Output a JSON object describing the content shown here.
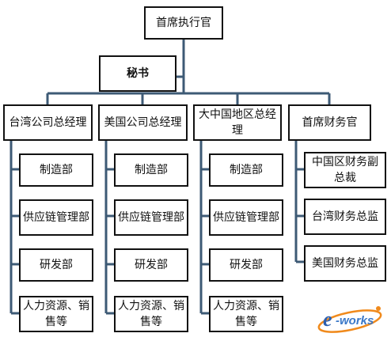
{
  "ceo": "首席执行官",
  "secretary": "秘书",
  "divisions": [
    {
      "title": "台湾公司总经理",
      "departments": [
        "制造部",
        "供应链管理部",
        "研发部",
        "人力资源、销售等"
      ]
    },
    {
      "title": "美国公司总经理",
      "departments": [
        "制造部",
        "供应链管理部",
        "研发部",
        "人力资源、销售等"
      ]
    },
    {
      "title": "大中国地区总经理",
      "departments": [
        "制造部",
        "供应链管理部",
        "研发部",
        "人力资源、销售等"
      ]
    },
    {
      "title": "首席财务官",
      "departments": [
        "中国区财务副总裁",
        "台湾财务总监",
        "美国财务总监"
      ]
    }
  ],
  "watermark": "e-works",
  "colors": {
    "line": "#3d5a75",
    "border": "#111111",
    "logo_blue": "#2b5fb0",
    "logo_orange": "#f08a1c"
  }
}
